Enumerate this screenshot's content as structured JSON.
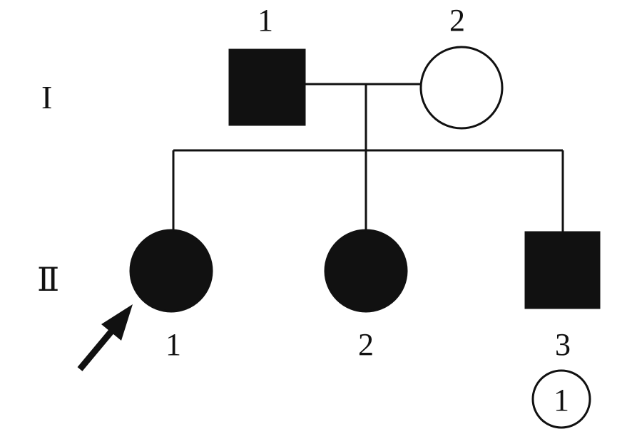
{
  "pedigree": {
    "generations": [
      {
        "label": "I",
        "members": [
          {
            "number": "1",
            "sex": "male",
            "affected": true
          },
          {
            "number": "2",
            "sex": "female",
            "affected": false
          }
        ]
      },
      {
        "label": "Ⅱ",
        "members": [
          {
            "number": "1",
            "sex": "female",
            "affected": true,
            "proband": true
          },
          {
            "number": "2",
            "sex": "female",
            "affected": true
          },
          {
            "number": "3",
            "sex": "male",
            "affected": true,
            "annotation": "1"
          }
        ]
      }
    ],
    "colors": {
      "affected": "#111111",
      "unaffected": "#ffffff",
      "line": "#111111"
    }
  }
}
